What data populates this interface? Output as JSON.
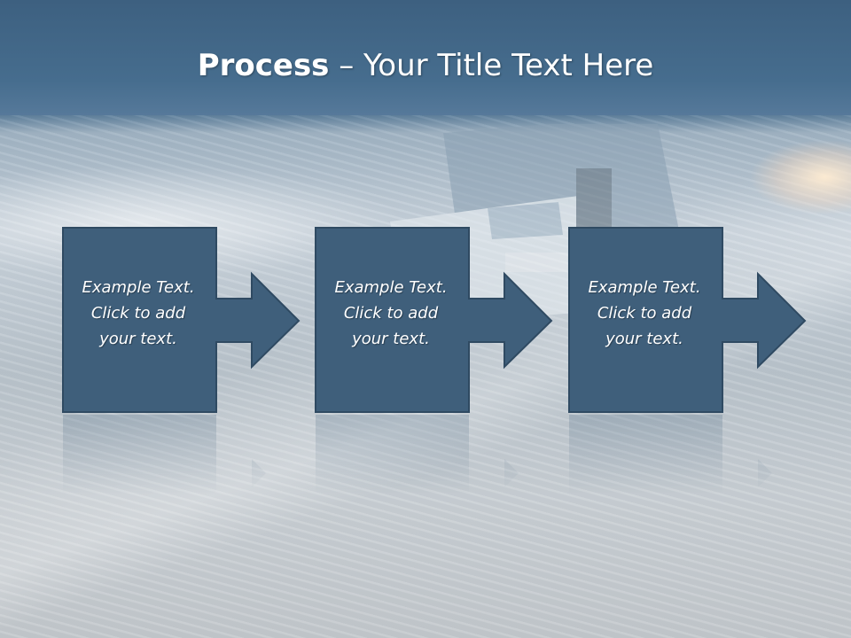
{
  "slide": {
    "title_bold": "Process",
    "title_rest": " – Your Title Text Here"
  },
  "colors": {
    "title_band": "#466d8e",
    "step_fill": "#3f5f7b",
    "step_stroke": "#2f4a62",
    "text": "#ffffff"
  },
  "steps": [
    {
      "text": "Example Text.\nClick  to add\nyour text."
    },
    {
      "text": "Example Text.\nClick  to add\nyour text."
    },
    {
      "text": "Example Text.\nClick  to add\nyour text."
    }
  ]
}
